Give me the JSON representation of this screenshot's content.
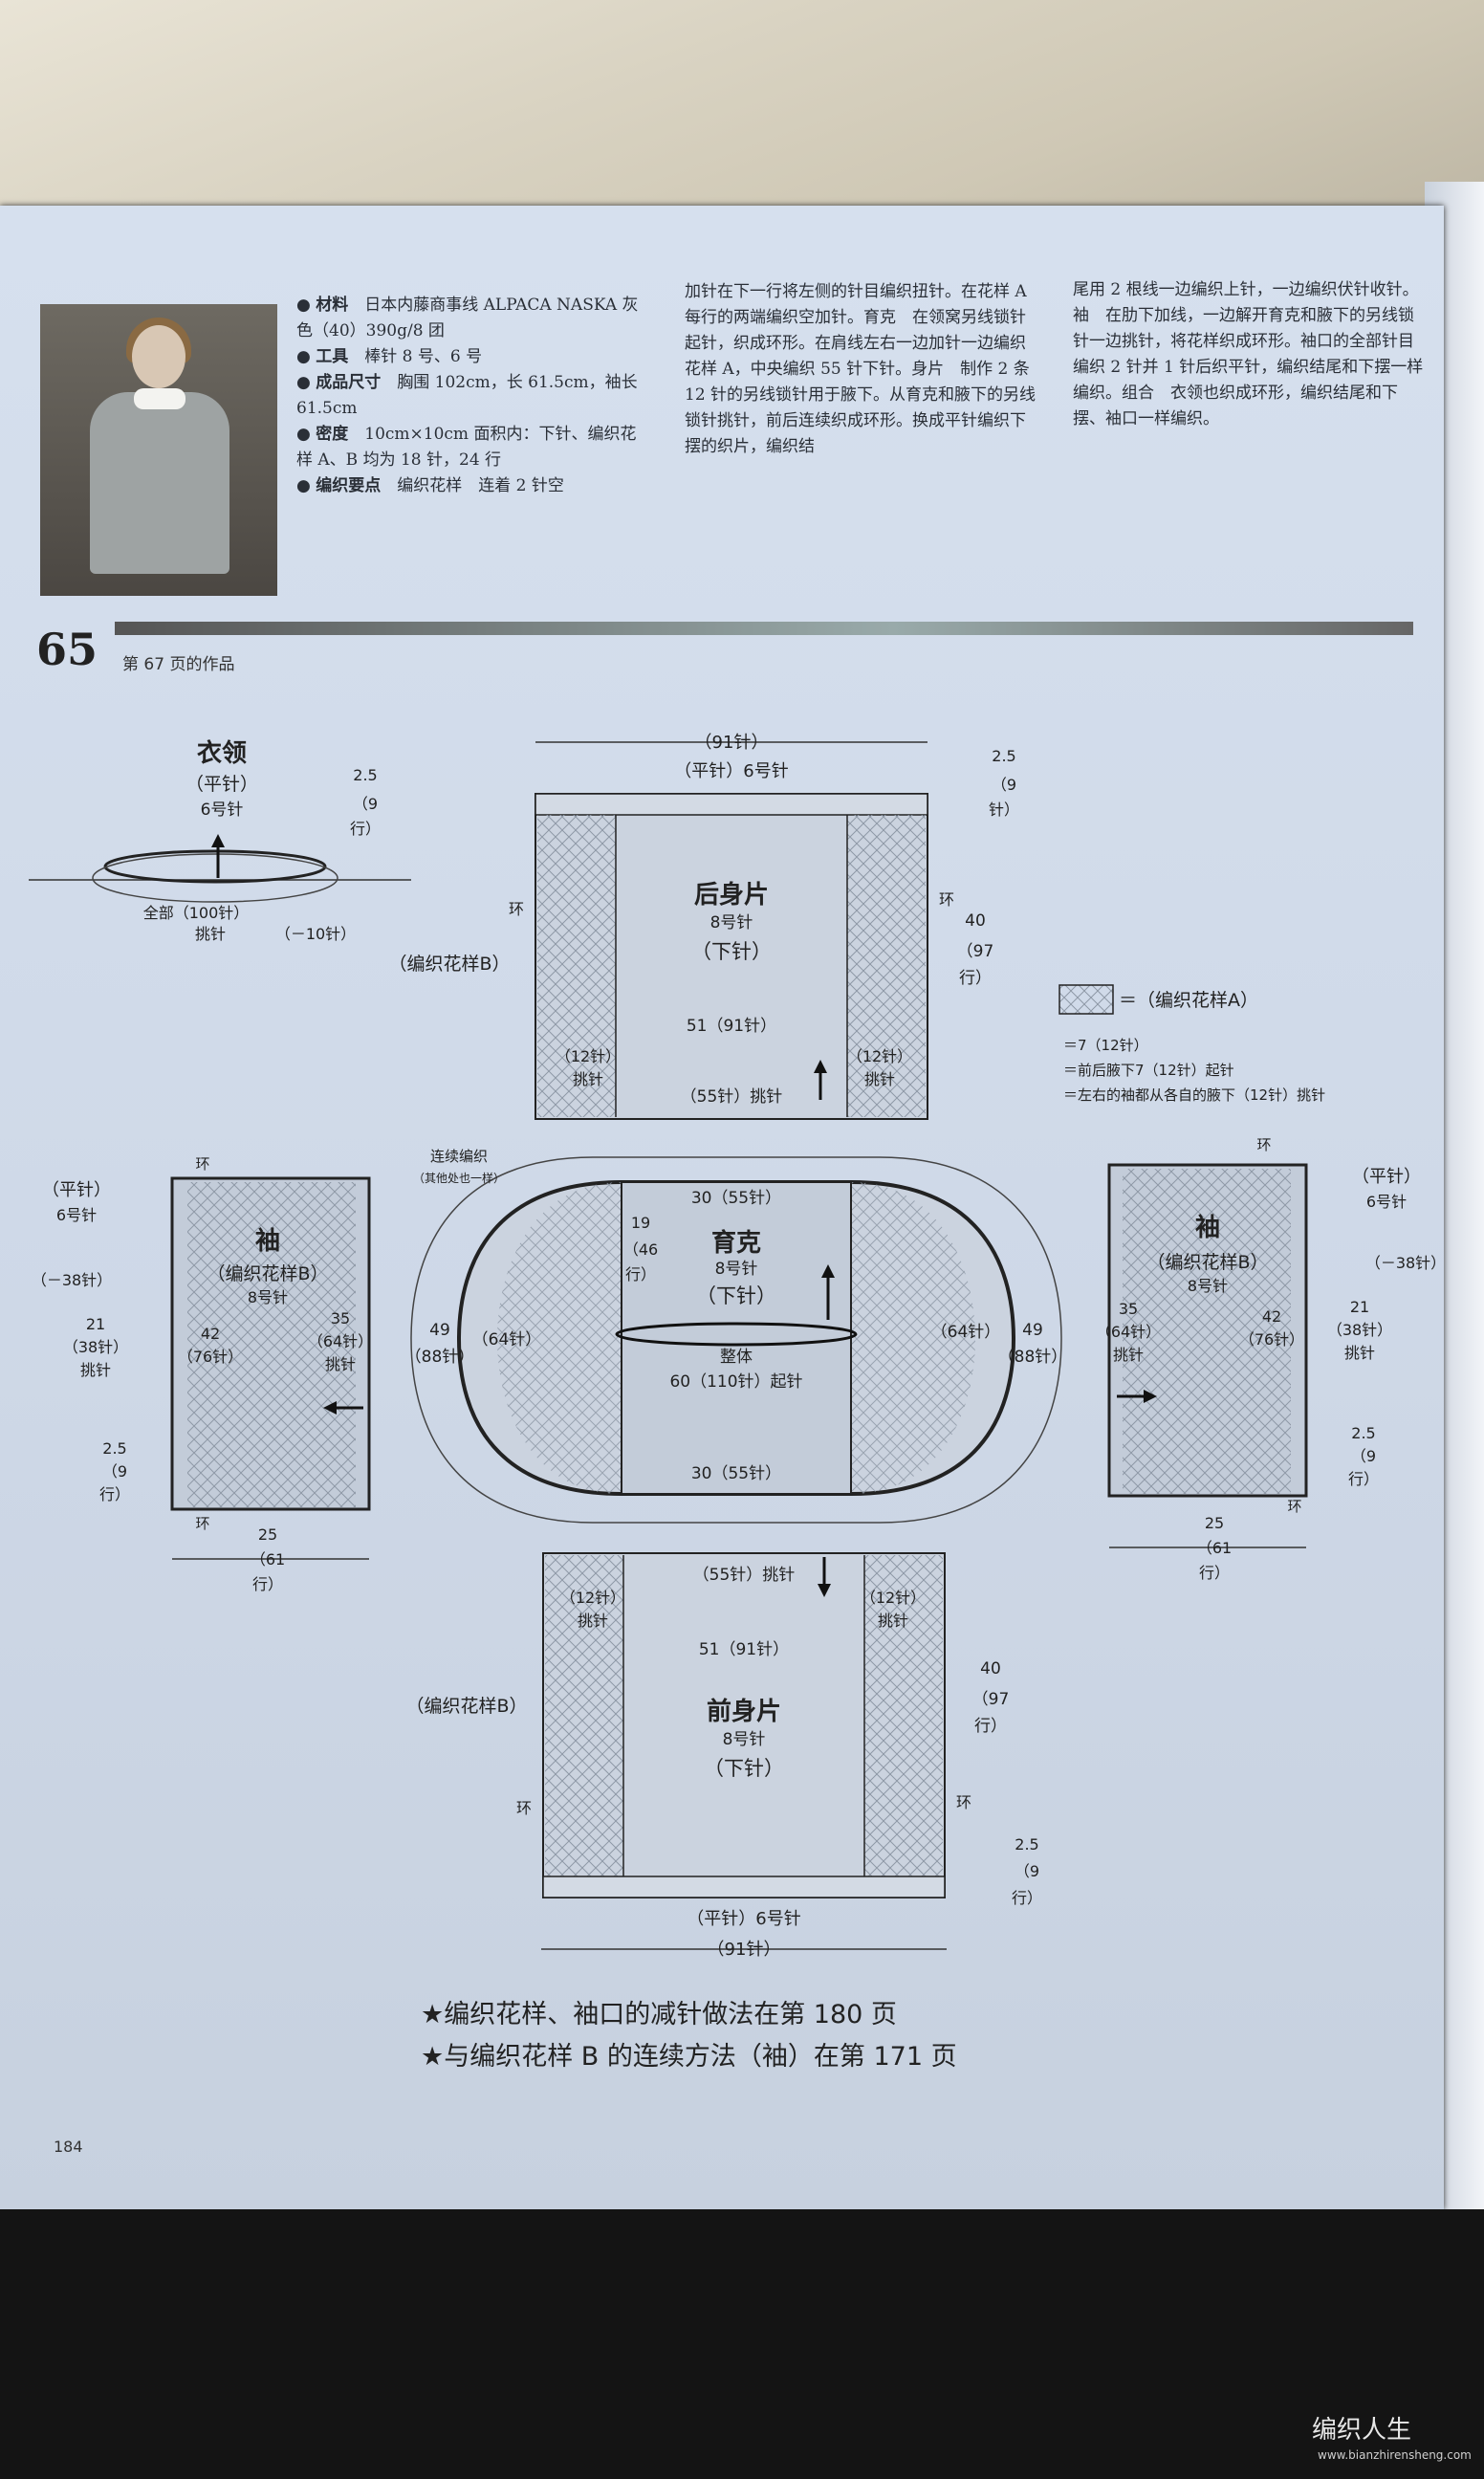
{
  "header": {
    "col1": [
      {
        "key": "材料",
        "val": "日本内藤商事线 ALPACA NASKA 灰色（40）390g/8 团"
      },
      {
        "key": "工具",
        "val": "棒针 8 号、6 号"
      },
      {
        "key": "成品尺寸",
        "val": "胸围 102cm，长 61.5cm，袖长 61.5cm"
      },
      {
        "key": "密度",
        "val": "10cm×10cm 面积内：下针、编织花样 A、B 均为 18 针，24 行"
      },
      {
        "key": "编织要点",
        "val": "编织花样　连着 2 针空"
      }
    ],
    "col2": "加针在下一行将左侧的针目编织扭针。在花样 A 每行的两端编织空加针。育克　在领窝另线锁针起针，织成环形。在肩线左右一边加针一边编织花样 A，中央编织 55 针下针。身片　制作 2 条 12 针的另线锁针用于腋下。从育克和腋下的另线锁针挑针，前后连续织成环形。换成平针编织下摆的织片，编织结",
    "col3": "尾用 2 根线一边编织上针，一边编织伏针收针。袖　在肋下加线，一边解开育克和腋下的另线锁针一边挑针，将花样织成环形。袖口的全部针目编织 2 针并 1 针后织平针，编织结尾和下摆一样编织。组合　衣领也织成环形，编织结尾和下摆、袖口一样编织。"
  },
  "section": {
    "number": "65",
    "ref": "第 67 页的作品"
  },
  "diagram": {
    "collar": {
      "title": "衣领",
      "sub1": "（平针）",
      "sub2": "6号针",
      "all": "全部（100针）",
      "pick": "挑针",
      "dec": "（－10针）",
      "r1": "2.5",
      "r2": "（9",
      "r3": "行）"
    },
    "back": {
      "title": "后身片",
      "needle": "8号针",
      "stitch": "（下针）",
      "top": "（91针）",
      "border": "（平针）6号针",
      "width": "51（91针）",
      "mid": "（55针）挑针",
      "side1": "（12针）",
      "side1b": "挑针",
      "h1": "2.5",
      "h2": "（9",
      "h3": "针）",
      "l1": "40",
      "l2": "（97",
      "l3": "行）",
      "pattern": "（编织花样B）",
      "ring": "环"
    },
    "front": {
      "title": "前身片",
      "needle": "8号针",
      "stitch": "（下针）",
      "bottom": "（91针）",
      "border": "（平针）6号针",
      "width": "51（91针）",
      "mid": "（55针）挑针",
      "side1": "（12针）",
      "side1b": "挑针",
      "l1": "40",
      "l2": "（97",
      "l3": "行）",
      "h1": "2.5",
      "h2": "（9",
      "h3": "行）",
      "pattern": "（编织花样B）",
      "ring": "环"
    },
    "yoke": {
      "title": "育克",
      "needle": "8号针",
      "stitch": "（下针）",
      "top": "30（55针）",
      "bottom": "30（55针）",
      "whole": "整体",
      "cast": "60（110针）起针",
      "v1": "19",
      "v2": "（46",
      "v3": "行）",
      "l1": "49",
      "l2": "（88针）",
      "lm": "（64针）",
      "cont1": "连续编织",
      "cont2": "（其他处也一样）"
    },
    "sleeve": {
      "title": "袖",
      "pattern": "（编织花样B）",
      "needle": "8号针",
      "border": "（平针）",
      "bneedle": "6号针",
      "dec": "（－38针）",
      "a1": "21",
      "a2": "（38针）",
      "a3": "挑针",
      "b1": "42",
      "b2": "（76针）",
      "c1": "35",
      "c2": "（64针）",
      "c3": "挑针",
      "h1": "2.5",
      "h2": "（9",
      "h3": "行）",
      "w1": "25",
      "w2": "（61",
      "w3": "行）",
      "ring": "环"
    },
    "legend": {
      "a": "＝（编织花样A）",
      "d": "＝7（12针）",
      "e": "＝前后腋下7（12针）起针",
      "f": "＝左右的袖都从各自的腋下（12针）挑针"
    }
  },
  "notes": [
    "★编织花样、袖口的减针做法在第 180 页",
    "★与编织花样 B 的连续方法（袖）在第 171 页"
  ],
  "footer": {
    "page": "184"
  },
  "watermark": {
    "main": "编织人生",
    "url": "www.bianzhirensheng.com"
  }
}
